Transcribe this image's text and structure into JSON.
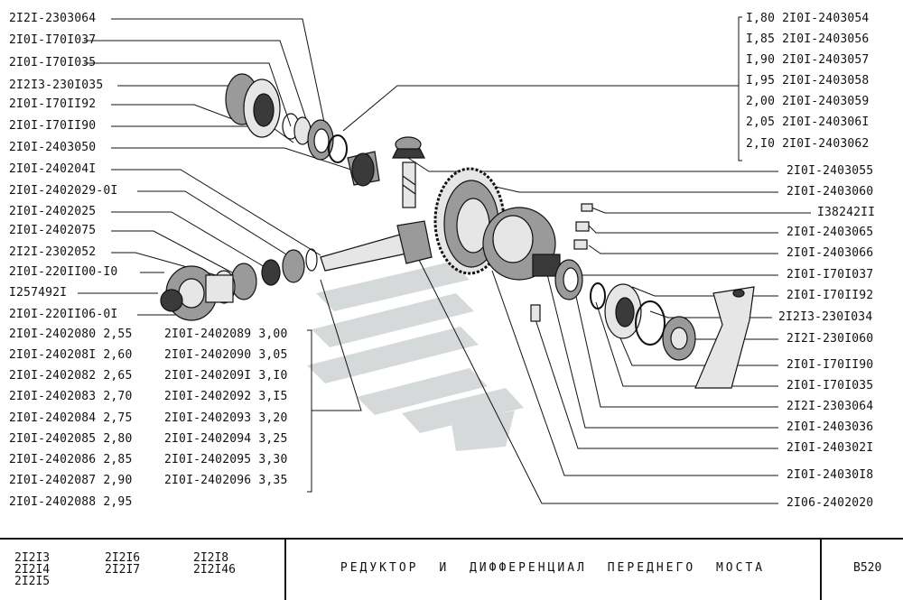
{
  "left_labels": [
    "2I2I-2303064",
    "2I0I-I70I037",
    "2I0I-I70I035",
    "2I2I3-230I035",
    "2I0I-I70II92",
    "2I0I-I70II90",
    "2I0I-2403050",
    "2I0I-240204I",
    "2I0I-2402029-0I",
    "2I0I-2402025",
    "2I0I-2402075",
    "2I2I-2302052",
    "2I0I-220II00-I0",
    "I257492I",
    "2I0I-220II06-0I"
  ],
  "shim_list_a": [
    {
      "part": "2I0I-2402080",
      "size": "2,55"
    },
    {
      "part": "2I0I-240208I",
      "size": "2,60"
    },
    {
      "part": "2I0I-2402082",
      "size": "2,65"
    },
    {
      "part": "2I0I-2402083",
      "size": "2,70"
    },
    {
      "part": "2I0I-2402084",
      "size": "2,75"
    },
    {
      "part": "2I0I-2402085",
      "size": "2,80"
    },
    {
      "part": "2I0I-2402086",
      "size": "2,85"
    },
    {
      "part": "2I0I-2402087",
      "size": "2,90"
    },
    {
      "part": "2I0I-2402088",
      "size": "2,95"
    }
  ],
  "shim_list_b": [
    {
      "part": "2I0I-2402089",
      "size": "3,00"
    },
    {
      "part": "2I0I-2402090",
      "size": "3,05"
    },
    {
      "part": "2I0I-240209I",
      "size": "3,I0"
    },
    {
      "part": "2I0I-2402092",
      "size": "3,I5"
    },
    {
      "part": "2I0I-2402093",
      "size": "3,20"
    },
    {
      "part": "2I0I-2402094",
      "size": "3,25"
    },
    {
      "part": "2I0I-2402095",
      "size": "3,30"
    },
    {
      "part": "2I0I-2402096",
      "size": "3,35"
    }
  ],
  "washer_list": [
    {
      "size": "I,80",
      "part": "2I0I-2403054"
    },
    {
      "size": "I,85",
      "part": "2I0I-2403056"
    },
    {
      "size": "I,90",
      "part": "2I0I-2403057"
    },
    {
      "size": "I,95",
      "part": "2I0I-2403058"
    },
    {
      "size": "2,00",
      "part": "2I0I-2403059"
    },
    {
      "size": "2,05",
      "part": "2I0I-240306I"
    },
    {
      "size": "2,I0",
      "part": "2I0I-2403062"
    }
  ],
  "right_labels": [
    "2I0I-2403055",
    "2I0I-2403060",
    "I38242II",
    "2I0I-2403065",
    "2I0I-2403066",
    "2I0I-I70I037",
    "2I0I-I70II92",
    "2I2I3-230I034",
    "2I2I-230I060",
    "2I0I-I70II90",
    "2I0I-I70I035",
    "2I2I-2303064",
    "2I0I-2403036",
    "2I0I-240302I",
    "2I0I-24030I8",
    "2I06-2402020"
  ],
  "footer": {
    "models_col1": [
      "2I2I3",
      "2I2I4",
      "2I2I5"
    ],
    "models_col2": [
      "2I2I6",
      "2I2I7"
    ],
    "models_col3": [
      "2I2I8",
      "2I2I46"
    ],
    "title": "РЕДУКТОР  И  ДИФФЕРЕНЦИАЛ  ПЕРЕДНЕГО  МОСТА",
    "page_code": "B520"
  },
  "colors": {
    "ink": "#111111",
    "watermark": "#cfd3d3",
    "metal_light": "#e6e6e6",
    "metal_mid": "#9a9a9a",
    "metal_dark": "#3a3a3a"
  }
}
